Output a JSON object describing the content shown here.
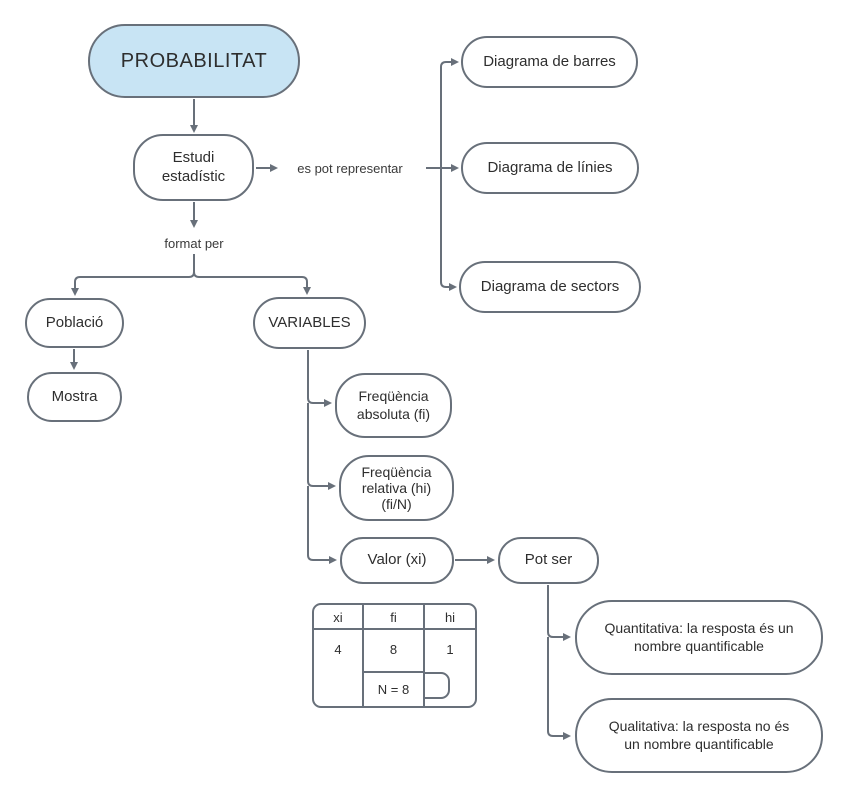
{
  "nodes": {
    "probabilitat": {
      "label": "PROBABILITAT"
    },
    "estudi_estadistic": {
      "label": "Estudi\nestadístic"
    },
    "diagrama_barres": {
      "label": "Diagrama de barres"
    },
    "diagrama_linies": {
      "label": "Diagrama de línies"
    },
    "diagrama_sectors": {
      "label": "Diagrama de sectors"
    },
    "poblacio": {
      "label": "Població"
    },
    "mostra": {
      "label": "Mostra"
    },
    "variables": {
      "label": "VARIABLES"
    },
    "freq_absoluta": {
      "label": "Freqüència\nabsoluta (fi)"
    },
    "freq_relativa": {
      "label": "Freqüència\nrelativa (hi)\n(fi/N)"
    },
    "valor": {
      "label": "Valor (xi)"
    },
    "pot_ser": {
      "label": "Pot ser"
    },
    "quantitativa": {
      "label": "Quantitativa: la resposta és un\nnombre quantificable"
    },
    "qualitativa": {
      "label": "Qualitativa: la resposta no és\nun nombre quantificable"
    }
  },
  "edge_labels": {
    "es_pot_representar": "es pot representar",
    "format_per": "format per"
  },
  "table": {
    "headers": [
      "xi",
      "fi",
      "hi"
    ],
    "row": [
      "4",
      "8",
      "1"
    ],
    "total": "N = 8"
  },
  "colors": {
    "highlight_fill": "#c8e4f4",
    "line": "#68707a",
    "text": "#2e2e2e"
  }
}
